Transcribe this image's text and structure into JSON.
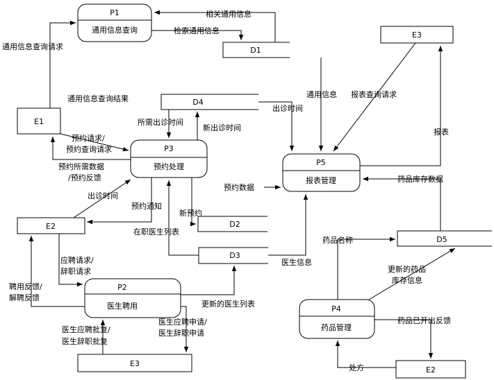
{
  "processes": {
    "p1": {
      "id": "P1",
      "name": "通用信息查询"
    },
    "p3": {
      "id": "P3",
      "name": "预约处理"
    },
    "p5": {
      "id": "P5",
      "name": "报表管理"
    },
    "p2": {
      "id": "P2",
      "name": "医生聘用"
    },
    "p4": {
      "id": "P4",
      "name": "药品管理"
    }
  },
  "stores": {
    "d1": "D1",
    "d4": "D4",
    "d2": "D2",
    "d3": "D3",
    "d5": "D5"
  },
  "entities": {
    "e1": "E1",
    "e2_left": "E2",
    "e3_top": "E3",
    "e3_bottom": "E3",
    "e2_bottom": "E2"
  },
  "flows": {
    "related_info": "相关通用信息",
    "search_info": "检索通用信息",
    "query_request": "通用信息查询请求",
    "query_result": "通用信息查询结果",
    "general_info": "通用信息",
    "report_query": "报表查询请求",
    "report": "报表",
    "needed_time": "所需出诊时间",
    "new_time": "新出诊时间",
    "visit_time_d4": "出诊时间",
    "appt_request_1": "预约请求/",
    "appt_request_2": "预约查询请求",
    "appt_data_1": "预约所需数据",
    "appt_data_2": "/预约反馈",
    "appt_data_p5": "预约数据",
    "drug_stock": "药品库存数据",
    "visit_time_e2": "出诊时间",
    "appt_notice": "预约通知",
    "new_appt": "新预约",
    "doctor_list": "在职医生列表",
    "doctor_info": "医生信息",
    "drug_name": "药品名称",
    "apply_1": "应聘请求/",
    "apply_2": "辞职请求",
    "hire_fb_1": "聘用反馈/",
    "hire_fb_2": "解聘反馈",
    "updated_drug_1": "更新的药品",
    "updated_drug_2": "库存信息",
    "updated_list": "更新的医生列表",
    "approve_1": "医生应聘批复/",
    "approve_2": "医生辞职批复",
    "apply_doc_1": "医生应聘申请/",
    "apply_doc_2": "医生辞职申请",
    "drug_feedback": "药品已开出反馈",
    "prescription": "处方"
  }
}
